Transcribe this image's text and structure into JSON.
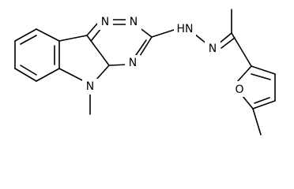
{
  "molecule": {
    "atoms": {
      "n_triazine_top_left": "N",
      "n_triazine_top_right": "N",
      "n_triazine_bottom": "N",
      "n_indole": "N",
      "nh_hydrazone": "HN",
      "n_imine": "N",
      "o_furan": "O"
    }
  }
}
